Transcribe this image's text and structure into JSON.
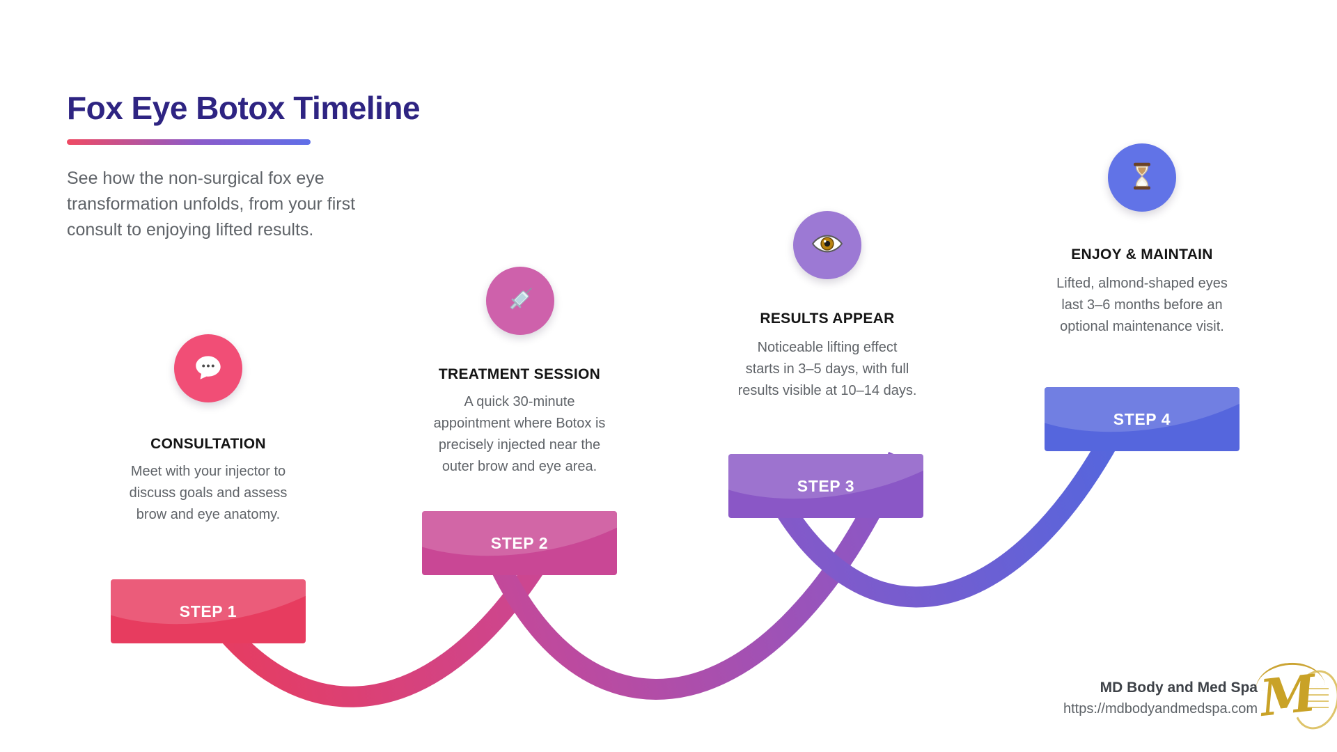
{
  "header": {
    "title": "Fox Eye Botox Timeline",
    "title_color": "#2E2482",
    "underline_gradient": [
      "#EF4A63",
      "#8A5BCB",
      "#5F6FE8"
    ],
    "subtitle_lines": [
      "See how the non-surgical fox eye",
      "transformation unfolds, from your first",
      "consult to enjoying lifted results."
    ]
  },
  "steps": [
    {
      "label": "STEP 1",
      "title": "CONSULTATION",
      "description_lines": [
        "Meet with your injector to",
        "discuss goals and assess",
        "brow and eye anatomy."
      ],
      "icon": "speech-bubble-icon",
      "circle_color": "#F14E76",
      "box_color": "#E73C5F"
    },
    {
      "label": "STEP 2",
      "title": "TREATMENT SESSION",
      "description_lines": [
        "A quick 30-minute",
        "appointment where Botox is",
        "precisely injected near the",
        "outer brow and eye area."
      ],
      "icon": "syringe-icon",
      "circle_color": "#CE61AB",
      "box_color": "#C94795"
    },
    {
      "label": "STEP 3",
      "title": "RESULTS APPEAR",
      "description_lines": [
        "Noticeable lifting effect",
        "starts in 3–5 days, with full",
        "results visible at 10–14 days."
      ],
      "icon": "eye-icon",
      "circle_color": "#9C79D4",
      "box_color": "#8A57C6"
    },
    {
      "label": "STEP 4",
      "title": "ENJOY & MAINTAIN",
      "description_lines": [
        "Lifted, almond-shaped eyes",
        "last 3–6 months before an",
        "optional maintenance visit."
      ],
      "icon": "hourglass-icon",
      "circle_color": "#6173E7",
      "box_color": "#5566DD"
    }
  ],
  "connector_colors": [
    "#E73C5F",
    "#C94795",
    "#8A57C6",
    "#5566DD"
  ],
  "footer": {
    "brand": "MD Body and Med Spa",
    "url": "https://mdbodyandmedspa.com",
    "logo_letter": "M",
    "logo_color": "#C9A227"
  }
}
